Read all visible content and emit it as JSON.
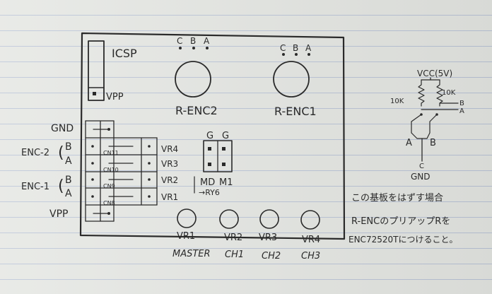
{
  "board": {
    "icsp_label": "ICSP",
    "vpp_pin_label": "VPP",
    "encoders": [
      {
        "pins": [
          "C",
          "B",
          "A"
        ],
        "label": "R-ENC2"
      },
      {
        "pins": [
          "C",
          "B",
          "A"
        ],
        "label": "R-ENC1"
      }
    ],
    "left_labels": {
      "gnd": "GND",
      "enc2": "ENC-2",
      "enc1": "ENC-1",
      "b": "B",
      "a": "A",
      "vpp": "VPP"
    },
    "connectors": [
      "CN11",
      "CN10",
      "CN9",
      "CN8"
    ],
    "vr_labels": [
      "VR4",
      "VR3",
      "VR2",
      "VR1"
    ],
    "jumper": {
      "top_labels": [
        "G",
        "G"
      ],
      "bottom_labels": [
        "MD",
        "M1"
      ],
      "note": "→RY6"
    },
    "pots": [
      {
        "label": "VR1",
        "channel": "MASTER"
      },
      {
        "label": "VR2",
        "channel": "CH1"
      },
      {
        "label": "VR3",
        "channel": "CH2"
      },
      {
        "label": "VR4",
        "channel": "CH3"
      }
    ]
  },
  "schematic": {
    "vcc": "VCC(5V)",
    "r_left": "10K",
    "r_right": "10K",
    "b": "B",
    "a": "A",
    "b2": "B",
    "a2": "A",
    "c": "C",
    "gnd": "GND"
  },
  "note_lines": [
    "この基板をはずす場合",
    "R-ENCのプリアップRを",
    "ENC72520Tにつけること。"
  ]
}
